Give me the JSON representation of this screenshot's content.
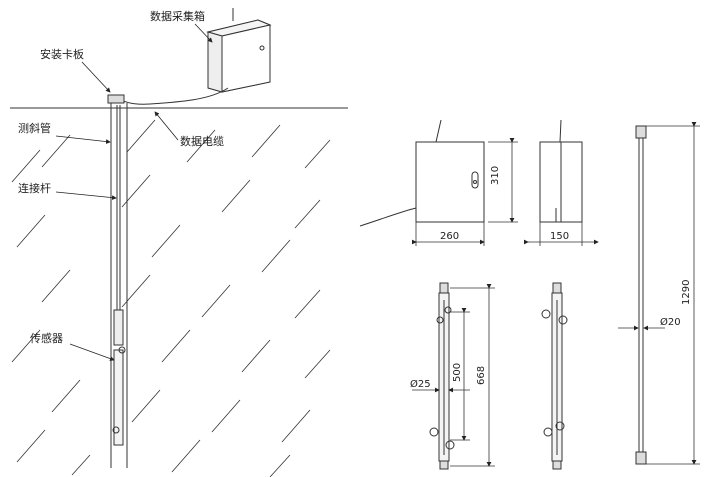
{
  "labels": {
    "data_box": "数据采集箱",
    "mount_plate": "安装卡板",
    "inclinometer_tube": "测斜管",
    "data_cable": "数据电缆",
    "connecting_rod": "连接杆",
    "sensor": "传感器"
  },
  "dimensions": {
    "box_width": "260",
    "box_height": "310",
    "box_depth": "150",
    "sensor_length_total": "668",
    "sensor_length_wheel": "500",
    "sensor_diameter": "Ø25",
    "rod_length": "1290",
    "rod_diameter": "Ø20"
  }
}
